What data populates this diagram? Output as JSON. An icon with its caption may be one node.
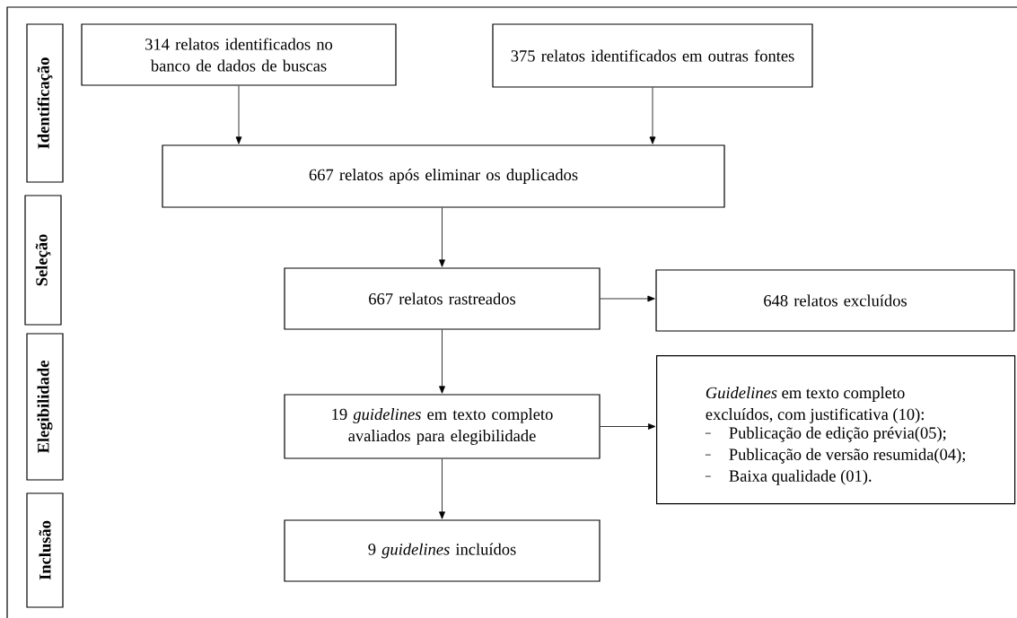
{
  "diagram": {
    "nodes": [
      {
        "text": [
          "Identificação"
        ]
      },
      {
        "text": [
          "Seleção"
        ]
      },
      {
        "text": [
          "Elegibilidade"
        ]
      },
      {
        "text": [
          "Inclusão"
        ]
      },
      {
        "text": [
          "314 relatos identificados no banco de dados de buscas"
        ]
      },
      {
        "text": [
          "375 relatos identificados em outras fontes"
        ]
      },
      {
        "text": [
          "667 relatos após eliminar os duplicados"
        ]
      },
      {
        "text": [
          "667 relatos rastreados"
        ]
      },
      {
        "text": [
          "648 relatos excluídos"
        ]
      },
      {
        "text": [
          "19 *guidelines* em texto completo avaliados para elegibilidade"
        ]
      },
      {
        "text": [
          "*Guidelines* em texto completo excluídos, com justificativa (10):",
          "Publicação de edição prévia(05);",
          "Publicação de versão resumida(04);",
          "Baixa qualidade (01)."
        ]
      },
      {
        "text": [
          "9 *guidelines* incluídos"
        ]
      }
    ],
    "edges": [
      {
        "from": 4,
        "to": 6,
        "arrow": "to"
      },
      {
        "from": 5,
        "to": 6,
        "arrow": "to"
      },
      {
        "from": 6,
        "to": 7,
        "arrow": "to"
      },
      {
        "from": 7,
        "to": 8,
        "arrow": "to"
      },
      {
        "from": 7,
        "to": 9,
        "arrow": "to"
      },
      {
        "from": 9,
        "to": 10,
        "arrow": "to"
      },
      {
        "from": 9,
        "to": 11,
        "arrow": "to"
      }
    ]
  }
}
